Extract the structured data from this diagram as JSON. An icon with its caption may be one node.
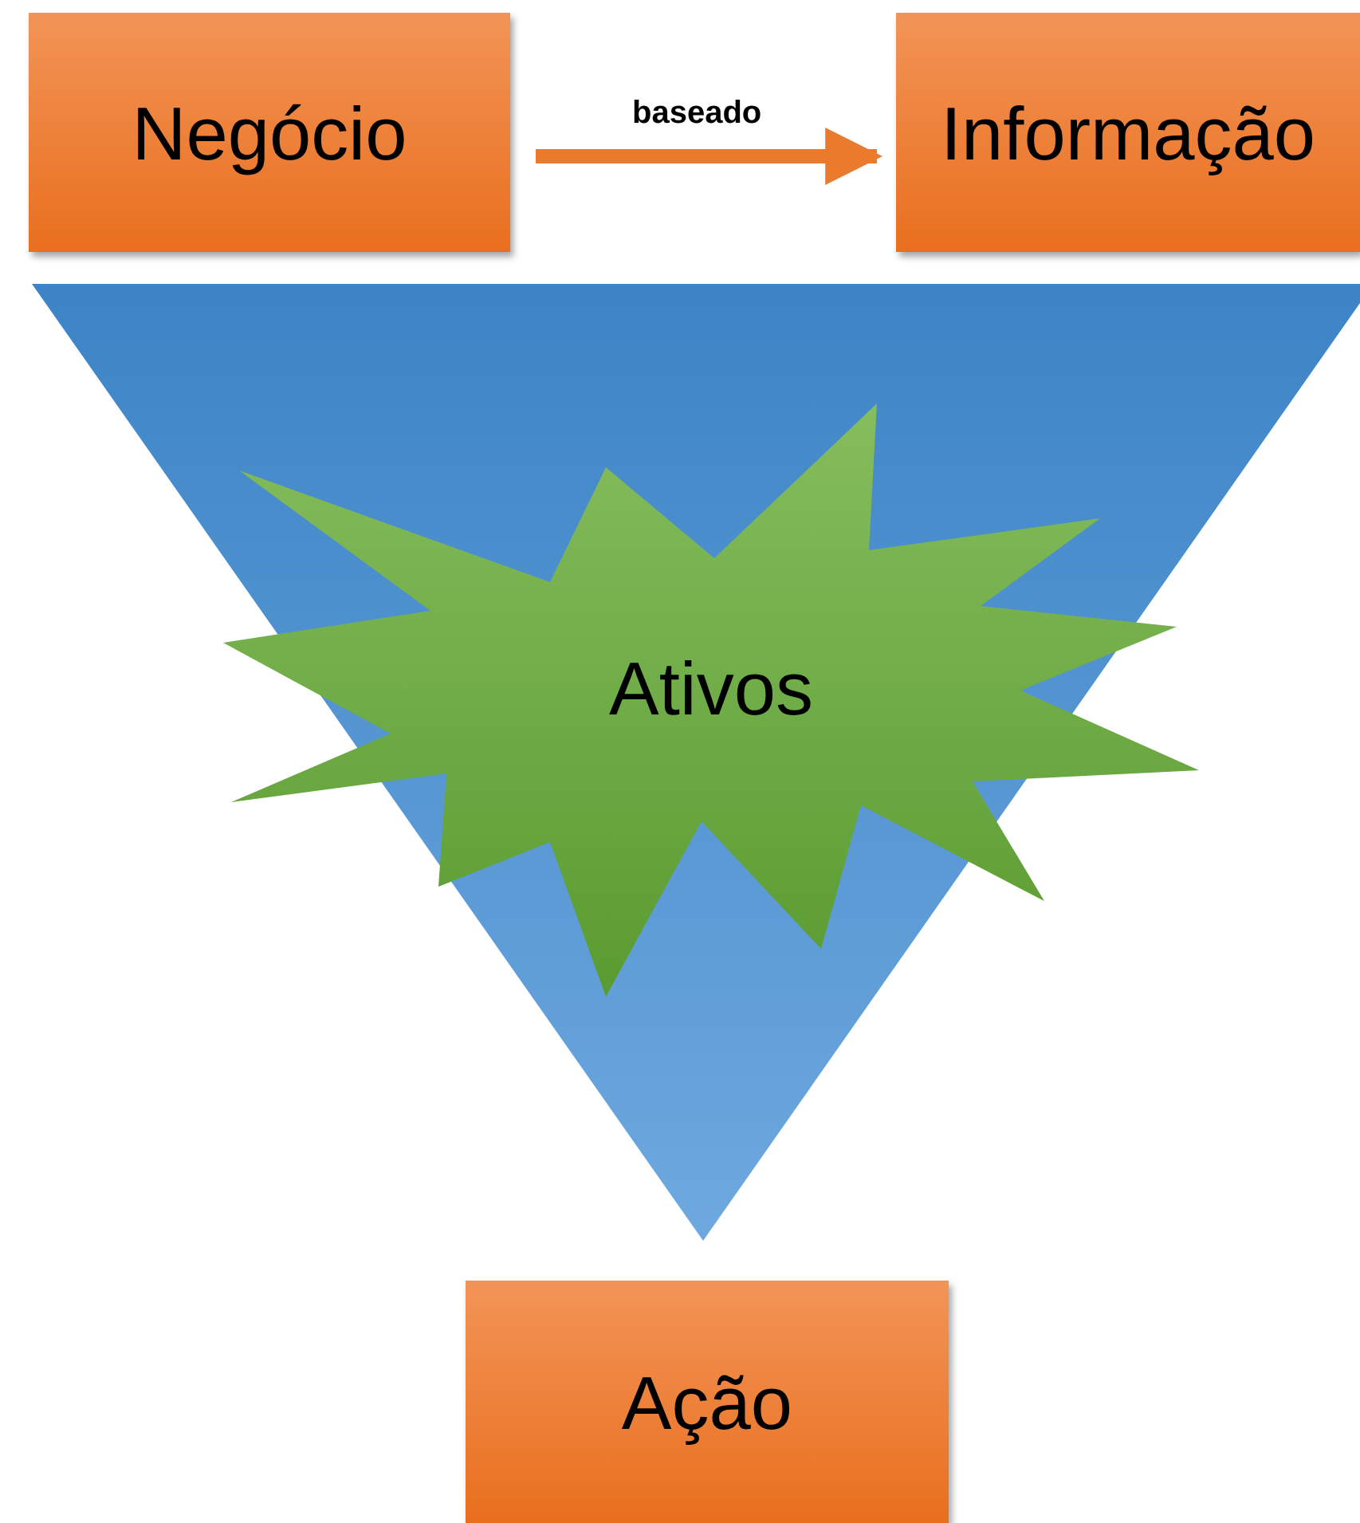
{
  "diagram": {
    "nodes": [
      {
        "text": [
          "Negócio"
        ]
      },
      {
        "text": [
          "Informação"
        ]
      },
      {
        "text": [
          "Ativos"
        ]
      },
      {
        "text": [
          "Ação"
        ]
      }
    ],
    "edges": [
      {
        "from": 0,
        "to": 1,
        "arrow": "to",
        "label": "baseado"
      }
    ]
  }
}
